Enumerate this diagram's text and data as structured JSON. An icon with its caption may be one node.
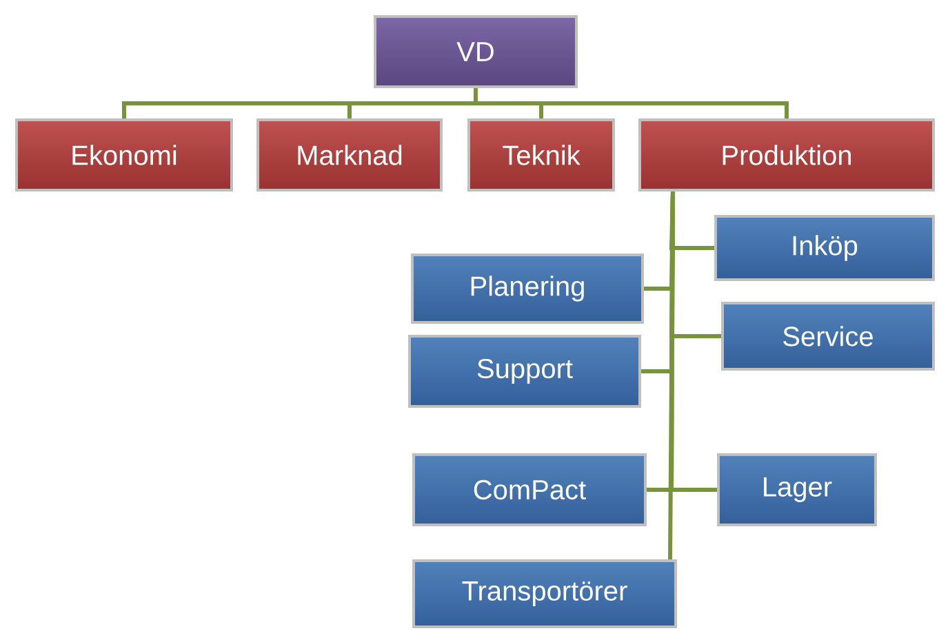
{
  "diagram": {
    "nodes": [
      {
        "text": [
          "VD"
        ]
      },
      {
        "text": [
          "Ekonomi"
        ]
      },
      {
        "text": [
          "Marknad"
        ]
      },
      {
        "text": [
          "Teknik"
        ]
      },
      {
        "text": [
          "Produktion"
        ]
      },
      {
        "text": [
          "Inköp"
        ]
      },
      {
        "text": [
          "Planering"
        ]
      },
      {
        "text": [
          "Service"
        ]
      },
      {
        "text": [
          "Support"
        ]
      },
      {
        "text": [
          "ComPact"
        ]
      },
      {
        "text": [
          "Lager"
        ]
      },
      {
        "text": [
          "Transportörer"
        ]
      }
    ],
    "edges": [
      {
        "from": 0,
        "to": 1,
        "arrow": "none"
      },
      {
        "from": 0,
        "to": 2,
        "arrow": "none"
      },
      {
        "from": 0,
        "to": 3,
        "arrow": "none"
      },
      {
        "from": 0,
        "to": 4,
        "arrow": "none"
      },
      {
        "from": 4,
        "to": 5,
        "arrow": "none"
      },
      {
        "from": 4,
        "to": 6,
        "arrow": "none"
      },
      {
        "from": 4,
        "to": 7,
        "arrow": "none"
      },
      {
        "from": 4,
        "to": 8,
        "arrow": "none"
      },
      {
        "from": 4,
        "to": 9,
        "arrow": "none"
      },
      {
        "from": 4,
        "to": 10,
        "arrow": "none"
      },
      {
        "from": 4,
        "to": 11,
        "arrow": "none"
      }
    ]
  }
}
